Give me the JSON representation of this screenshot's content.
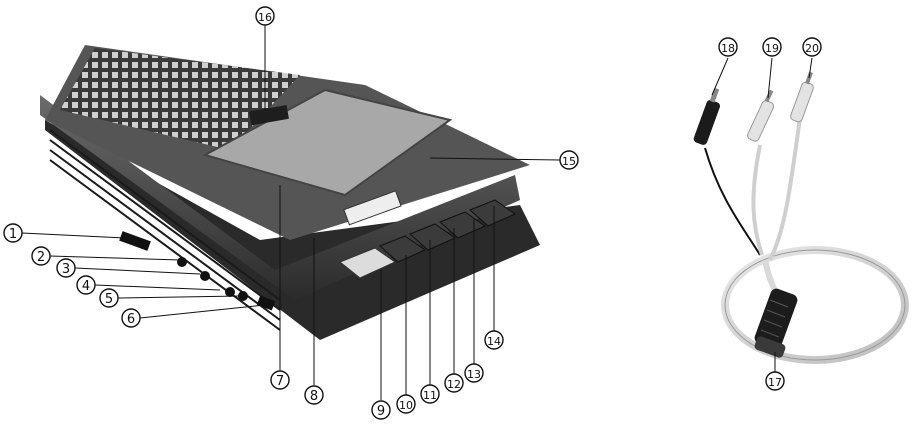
{
  "figure": {
    "callouts": [
      {
        "id": "c1",
        "label": "1"
      },
      {
        "id": "c2",
        "label": "2"
      },
      {
        "id": "c3",
        "label": "3"
      },
      {
        "id": "c4",
        "label": "4"
      },
      {
        "id": "c5",
        "label": "5"
      },
      {
        "id": "c6",
        "label": "6"
      },
      {
        "id": "c7",
        "label": "7"
      },
      {
        "id": "c8",
        "label": "8"
      },
      {
        "id": "c9",
        "label": "9"
      },
      {
        "id": "c10",
        "label": "10"
      },
      {
        "id": "c11",
        "label": "11"
      },
      {
        "id": "c12",
        "label": "12"
      },
      {
        "id": "c13",
        "label": "13"
      },
      {
        "id": "c14",
        "label": "14"
      },
      {
        "id": "c15",
        "label": "15"
      },
      {
        "id": "c16",
        "label": "16"
      },
      {
        "id": "c17",
        "label": "17"
      },
      {
        "id": "c18",
        "label": "18"
      },
      {
        "id": "c19",
        "label": "19"
      },
      {
        "id": "c20",
        "label": "20"
      }
    ]
  }
}
